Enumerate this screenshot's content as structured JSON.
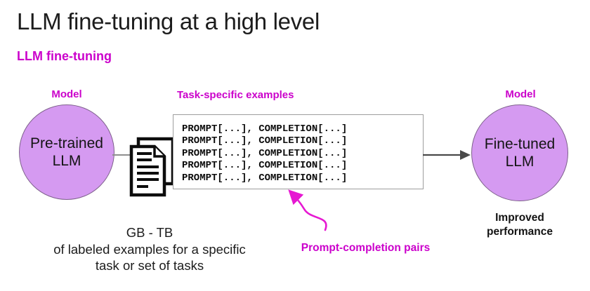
{
  "colors": {
    "magenta": "#cb00cb",
    "arrow_magenta": "#e618d2",
    "circle_fill": "#d59af1",
    "circle_border": "#7e618c",
    "gray_line": "#8f8f8f",
    "dark_arrow": "#4a4a4a",
    "box_border": "#9e9e9e"
  },
  "title": "LLM fine-tuning at a high level",
  "subtitle": "LLM fine-tuning",
  "left": {
    "label": "Model",
    "circle": [
      "Pre-trained",
      "LLM"
    ],
    "caption": [
      "GB - TB",
      "of labeled examples for a specific",
      "task or set of tasks"
    ]
  },
  "center": {
    "label": "Task-specific examples",
    "rows": [
      "PROMPT[...], COMPLETION[...]",
      "PROMPT[...], COMPLETION[...]",
      "PROMPT[...], COMPLETION[...]",
      "PROMPT[...], COMPLETION[...]",
      "PROMPT[...], COMPLETION[...]"
    ],
    "annotation": "Prompt-completion pairs",
    "icons": [
      "documents-icon",
      "flow-arrow-icon",
      "curved-arrow-icon"
    ]
  },
  "right": {
    "label": "Model",
    "circle": [
      "Fine-tuned",
      "LLM"
    ],
    "caption": [
      "Improved",
      "performance"
    ]
  }
}
